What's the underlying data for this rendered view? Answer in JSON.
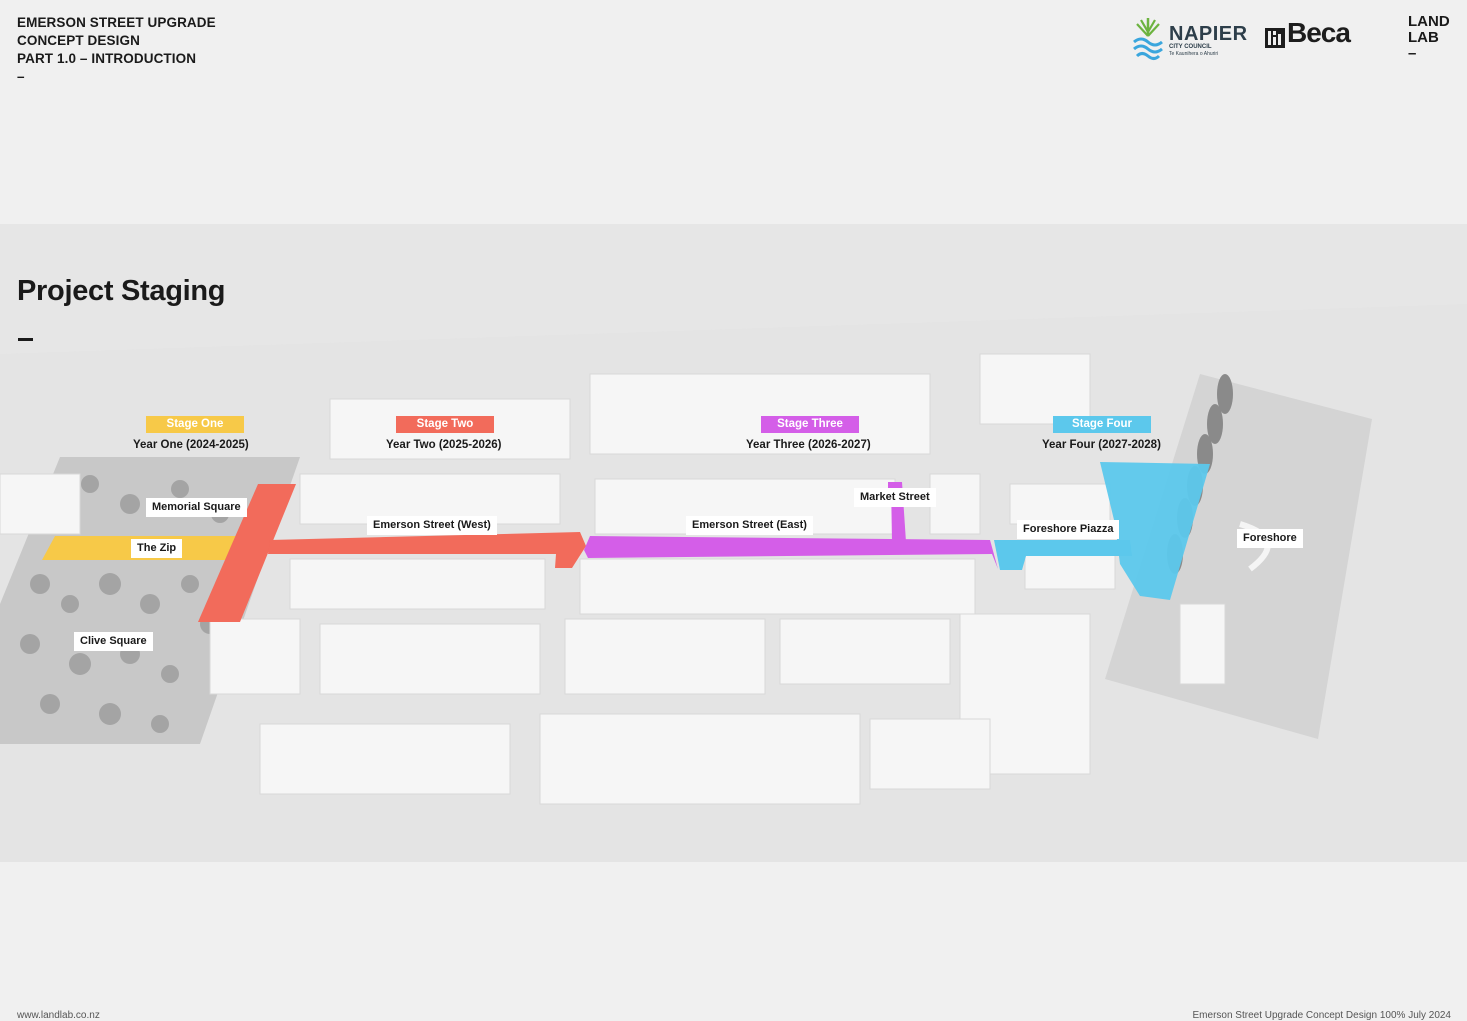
{
  "header": {
    "line1": "EMERSON STREET UPGRADE",
    "line2": "CONCEPT DESIGN",
    "line3": "PART 1.0 – INTRODUCTION",
    "dash": "–"
  },
  "logos": {
    "napier_name": "NAPIER",
    "napier_sub": "CITY COUNCIL",
    "napier_sub2": "Te Kaunihera o Ahuriri",
    "beca_name": "Beca",
    "landlab_line1": "LAND",
    "landlab_line2": "LAB",
    "landlab_dash": "–"
  },
  "section": {
    "title": "Project Staging"
  },
  "stages": [
    {
      "label": "Stage One",
      "year": "Year One (2024-2025)",
      "color": "#f7c948"
    },
    {
      "label": "Stage Two",
      "year": "Year Two (2025-2026)",
      "color": "#f26b5b"
    },
    {
      "label": "Stage Three",
      "year": "Year Three (2026-2027)",
      "color": "#d45ee8"
    },
    {
      "label": "Stage Four",
      "year": "Year Four (2027-2028)",
      "color": "#5cc8ec"
    }
  ],
  "places": {
    "memorial_square": "Memorial Square",
    "the_zip": "The Zip",
    "clive_square": "Clive Square",
    "emerson_west": "Emerson Street (West)",
    "emerson_east": "Emerson Street (East)",
    "market_street": "Market Street",
    "foreshore_piazza": "Foreshore Piazza",
    "foreshore": "Foreshore"
  },
  "footer": {
    "website": "www.landlab.co.nz",
    "info": "Emerson Street Upgrade   Concept Design 100%   July 2024"
  }
}
